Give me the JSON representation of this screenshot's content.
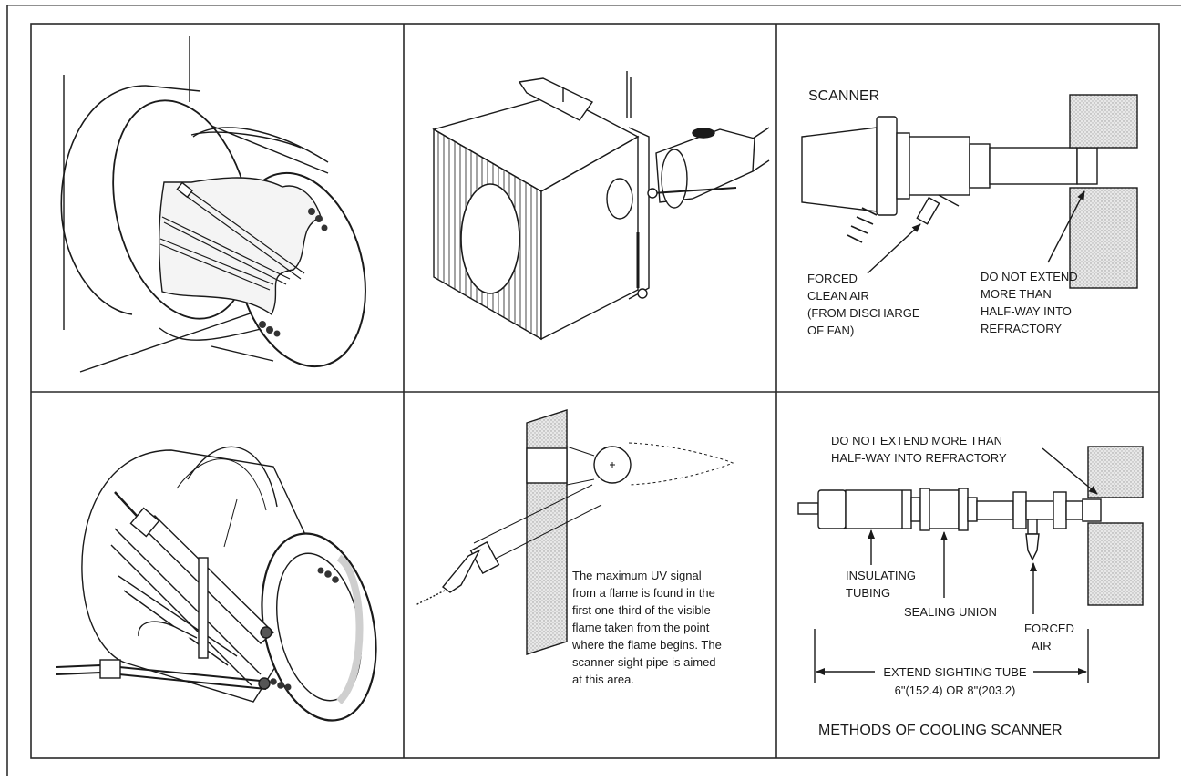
{
  "scanner_panel": {
    "title": "SCANNER",
    "forced_air": [
      "FORCED",
      "CLEAN AIR",
      "(FROM DISCHARGE",
      "OF FAN)"
    ],
    "do_not_extend": [
      "DO NOT EXTEND",
      "MORE THAN",
      "HALF-WAY INTO",
      "REFRACTORY"
    ]
  },
  "flame_panel": {
    "note": [
      "The maximum UV signal",
      "from a flame is found in the",
      "first one-third of the visible",
      "flame taken from the point",
      "where the flame begins. The",
      "scanner sight pipe is aimed",
      "at this area."
    ]
  },
  "cooling_panel": {
    "warning": [
      "DO NOT EXTEND MORE THAN",
      "HALF-WAY INTO REFRACTORY"
    ],
    "insulating": [
      "INSULATING",
      "TUBING"
    ],
    "sealing_union": "SEALING UNION",
    "forced_air": [
      "FORCED",
      "AIR"
    ],
    "extend": [
      "EXTEND SIGHTING TUBE",
      "6\"(152.4) OR 8\"(203.2)"
    ],
    "caption": "METHODS OF COOLING SCANNER"
  },
  "colors": {
    "line": "#1a1a1a",
    "shade": "#bdbdbd",
    "background": "#ffffff"
  }
}
